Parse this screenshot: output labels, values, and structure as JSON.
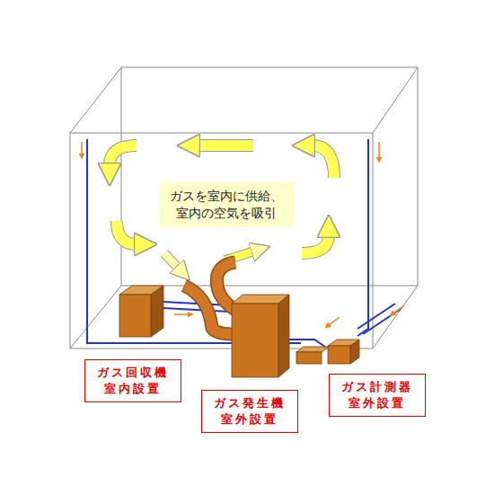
{
  "diagram": {
    "nodes": [
      {
        "text": [
          "ガスを室内に供給、 室内の空気を吸引"
        ]
      },
      {
        "text": [
          "ガス回収機 室内設置"
        ]
      },
      {
        "text": [
          "ガス発生機 室外設置"
        ]
      },
      {
        "text": [
          "ガス計測器 室外設置"
        ]
      }
    ]
  }
}
